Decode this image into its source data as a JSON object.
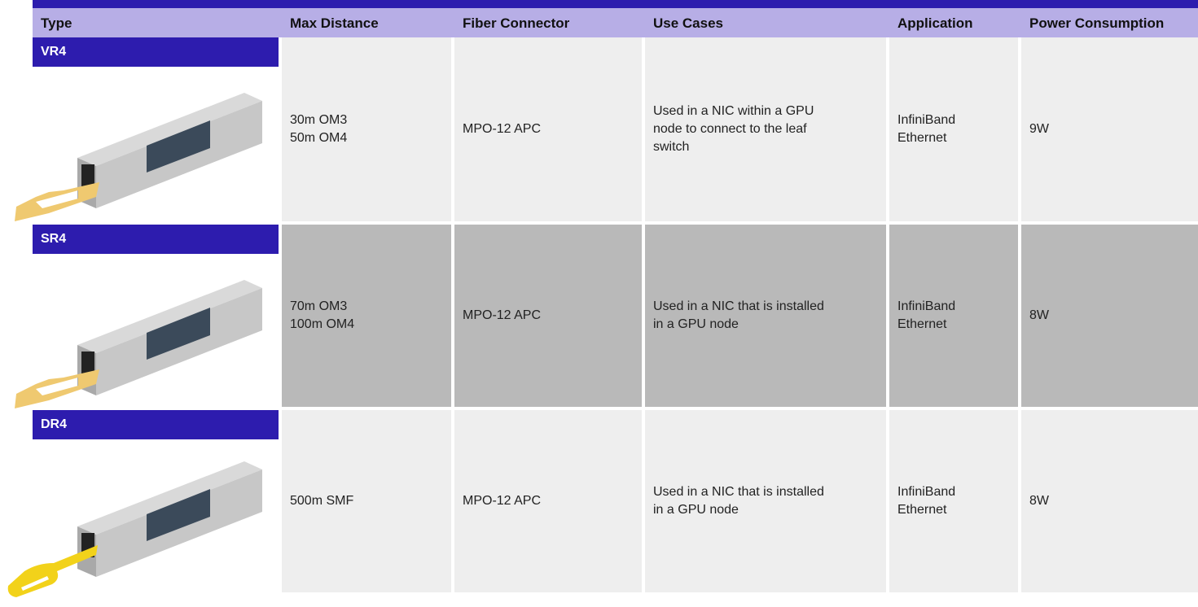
{
  "header": {
    "columns": [
      "Type",
      "Max Distance",
      "Fiber Connector",
      "Use Cases",
      "Application",
      "Power Consumption"
    ]
  },
  "rows": [
    {
      "type": "VR4",
      "max_distance": "30m OM3\n50m OM4",
      "fiber_connector": "MPO-12 APC",
      "use_cases": "Used in a NIC within a GPU\nnode to connect to the leaf\nswitch",
      "application": "InfiniBand\nEthernet",
      "power": "9W",
      "handle_color": "#efc970"
    },
    {
      "type": "SR4",
      "max_distance": "70m OM3\n100m OM4",
      "fiber_connector": "MPO-12 APC",
      "use_cases": "Used in a NIC that is installed\nin a GPU node",
      "application": "InfiniBand\nEthernet",
      "power": "8W",
      "handle_color": "#efc970"
    },
    {
      "type": "DR4",
      "max_distance": "500m SMF",
      "fiber_connector": "MPO-12 APC",
      "use_cases": "Used in a NIC that is installed\nin a GPU node",
      "application": "InfiniBand\nEthernet",
      "power": "8W",
      "handle_color": "#f2d21a"
    }
  ],
  "colors": {
    "accent": "#2d1cae",
    "header_bg": "#b7aee6",
    "row_light": "#eeeeee",
    "row_dark": "#b9b9b9"
  }
}
